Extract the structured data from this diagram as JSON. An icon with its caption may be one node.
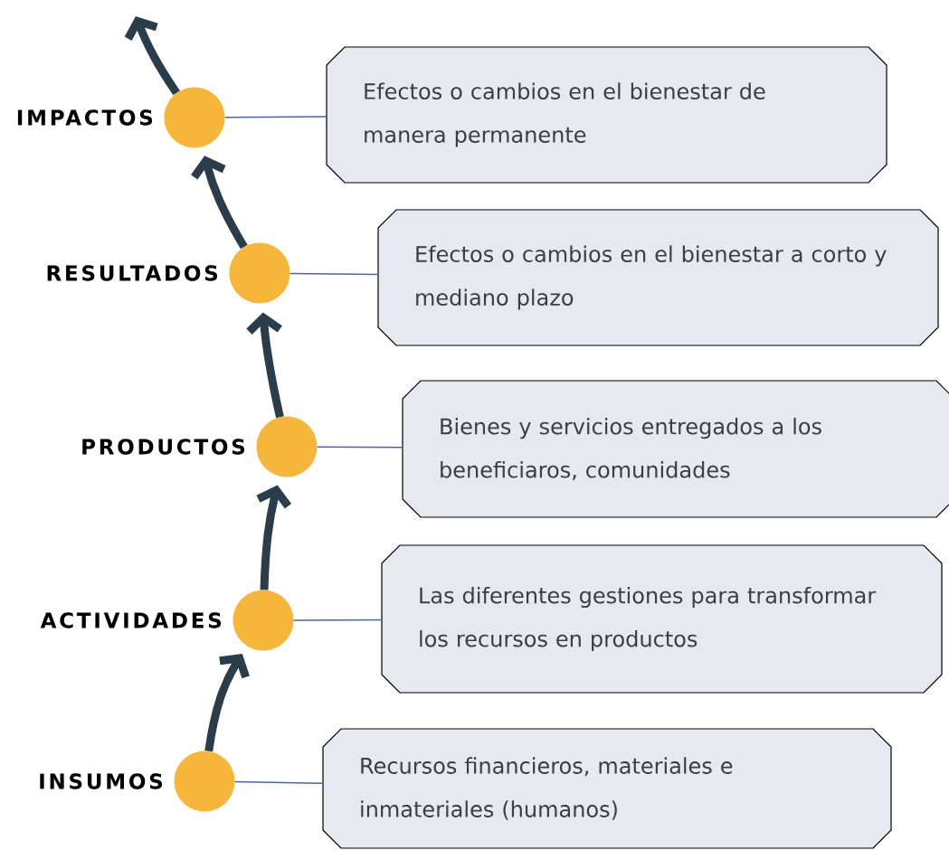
{
  "diagram": {
    "nodes": [
      {
        "text": [],
        "shape": "circle",
        "beside": [
          "IMPACTOS"
        ]
      },
      {
        "text": [
          "Efectos o cambios en el bienestar de manera permanente"
        ]
      },
      {
        "text": [],
        "shape": "circle",
        "beside": [
          "RESULTADOS"
        ]
      },
      {
        "text": [
          "Efectos o cambios en el bienestar a corto y mediano plazo"
        ]
      },
      {
        "text": [],
        "shape": "circle",
        "beside": [
          "PRODUCTOS"
        ]
      },
      {
        "text": [
          "Bienes y servicios entregados a los beneficiaros, comunidades"
        ]
      },
      {
        "text": [],
        "shape": "circle",
        "beside": [
          "ACTIVIDADES"
        ]
      },
      {
        "text": [
          "Las diferentes gestiones para transformar los recursos en productos"
        ]
      },
      {
        "text": [],
        "shape": "circle",
        "beside": [
          "INSUMOS"
        ]
      },
      {
        "text": [
          "Recursos financieros, materiales e inmateriales (humanos)"
        ]
      }
    ],
    "edges": [
      {
        "from": 8,
        "to": 6,
        "arrow": "to",
        "style": "thick",
        "color": "#2b3d4b"
      },
      {
        "from": 6,
        "to": 4,
        "arrow": "to",
        "style": "thick",
        "color": "#2b3d4b"
      },
      {
        "from": 4,
        "to": 2,
        "arrow": "to",
        "style": "thick",
        "color": "#2b3d4b"
      },
      {
        "from": 2,
        "to": 0,
        "arrow": "to",
        "style": "thick",
        "color": "#2b3d4b"
      },
      {
        "from": 0,
        "to": null,
        "arrow": "to",
        "style": "thick",
        "color": "#2b3d4b"
      },
      {
        "from": 0,
        "to": 1,
        "arrow": "none",
        "color": "#4a67a0"
      },
      {
        "from": 2,
        "to": 3,
        "arrow": "none",
        "color": "#4a67a0"
      },
      {
        "from": 4,
        "to": 5,
        "arrow": "none",
        "color": "#4a67a0"
      },
      {
        "from": 6,
        "to": 7,
        "arrow": "none",
        "color": "#4a67a0"
      },
      {
        "from": 8,
        "to": 9,
        "arrow": "none",
        "color": "#4a67a0"
      }
    ]
  }
}
